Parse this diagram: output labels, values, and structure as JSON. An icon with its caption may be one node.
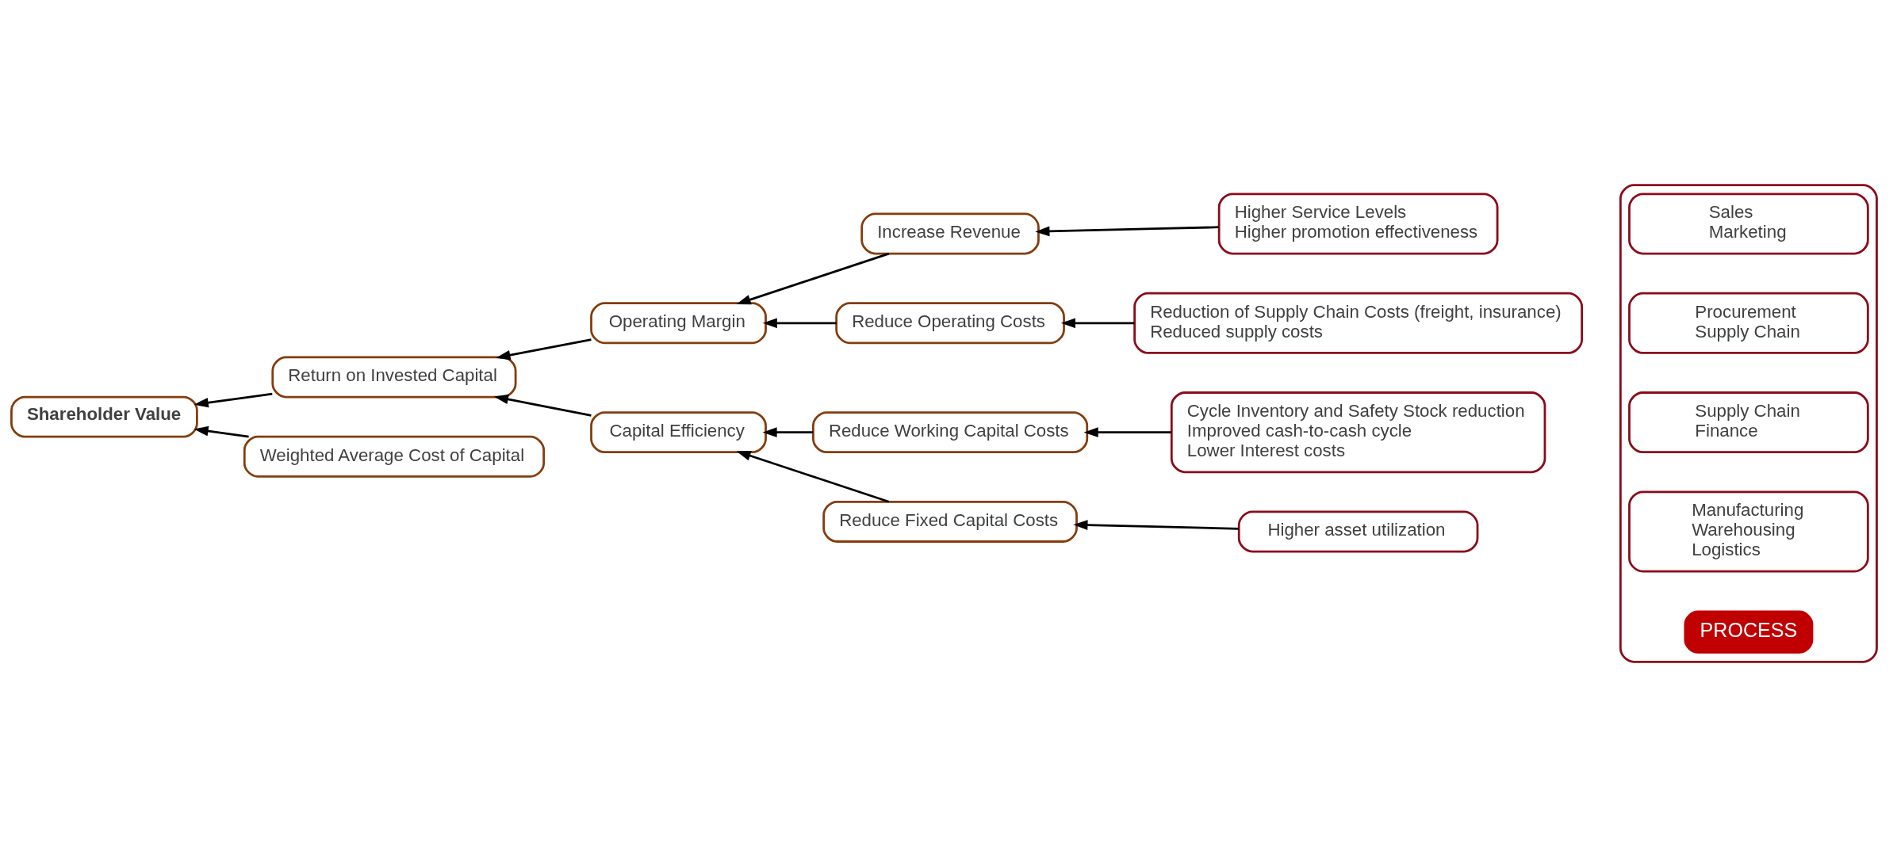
{
  "diagram": {
    "nodes": [
      {
        "text": [
          "Shareholder Value"
        ]
      },
      {
        "text": [
          "Return on Invested Capital"
        ]
      },
      {
        "text": [
          "Weighted Average Cost of Capital"
        ]
      },
      {
        "text": [
          "Operating Margin"
        ]
      },
      {
        "text": [
          "Capital Efficiency"
        ]
      },
      {
        "text": [
          "Increase Revenue"
        ]
      },
      {
        "text": [
          "Reduce Operating Costs"
        ]
      },
      {
        "text": [
          "Reduce Working Capital Costs"
        ]
      },
      {
        "text": [
          "Reduce Fixed Capital Costs"
        ]
      },
      {
        "text": [
          "Higher Service Levels",
          "Higher promotion effectiveness"
        ]
      },
      {
        "text": [
          "Reduction of Supply Chain Costs (freight, insurance)",
          "Reduced supply costs"
        ]
      },
      {
        "text": [
          "Cycle Inventory and Safety Stock reduction",
          "Improved cash-to-cash cycle",
          "Lower Interest costs"
        ]
      },
      {
        "text": [
          "Higher asset utilization"
        ]
      },
      {
        "text": [],
        "shape": "box"
      },
      {
        "text": [
          "Sales",
          "Marketing"
        ],
        "in": 13
      },
      {
        "text": [
          "Procurement",
          "Supply Chain"
        ],
        "in": 13
      },
      {
        "text": [
          "Supply Chain",
          "Finance"
        ],
        "in": 13
      },
      {
        "text": [
          "Manufacturing",
          "Warehousing",
          "Logistics"
        ],
        "in": 13
      },
      {
        "text": [
          "PROCESS"
        ],
        "in": 13
      }
    ],
    "edges": [
      {
        "from": 1,
        "to": 0,
        "arrow": "to"
      },
      {
        "from": 2,
        "to": 0,
        "arrow": "to"
      },
      {
        "from": 3,
        "to": 1,
        "arrow": "to"
      },
      {
        "from": 4,
        "to": 1,
        "arrow": "to"
      },
      {
        "from": 5,
        "to": 3,
        "arrow": "to"
      },
      {
        "from": 6,
        "to": 3,
        "arrow": "to"
      },
      {
        "from": 7,
        "to": 4,
        "arrow": "to"
      },
      {
        "from": 8,
        "to": 4,
        "arrow": "to"
      },
      {
        "from": 9,
        "to": 5,
        "arrow": "to"
      },
      {
        "from": 10,
        "to": 6,
        "arrow": "to"
      },
      {
        "from": 11,
        "to": 7,
        "arrow": "to"
      },
      {
        "from": 12,
        "to": 8,
        "arrow": "to"
      }
    ]
  }
}
